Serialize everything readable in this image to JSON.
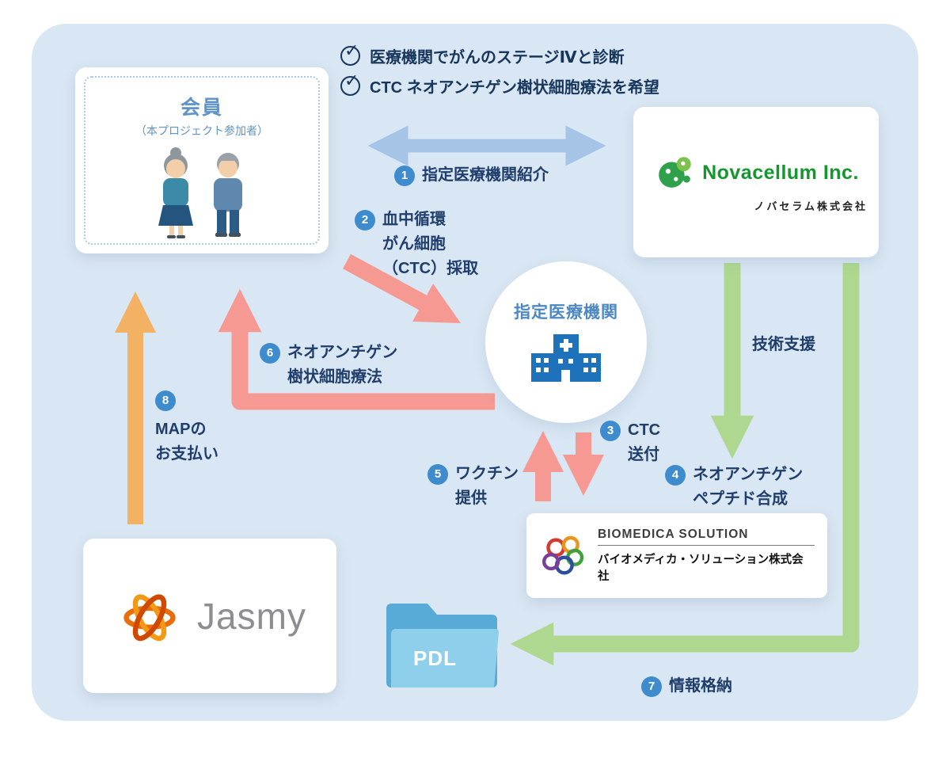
{
  "colors": {
    "panel_bg": "#d9e6f3",
    "arrow_blue": "#a6c5e6",
    "arrow_pink": "#f59992",
    "arrow_orange": "#f3b164",
    "arrow_green": "#aed88f",
    "badge_blue": "#3e8bcd",
    "label_text": "#203e6b",
    "member_blue": "#6094c8",
    "hospital_blue": "#4e88c4",
    "hospital_icon_blue": "#1d72bb",
    "novacellum_green": "#14982e",
    "jasmy_orange": "#ed7d0e",
    "jasmy_text_gray": "#8e8e92",
    "folder_back": "#58abd6",
    "folder_front": "#8ed0ec"
  },
  "icons": {
    "check": "✓"
  },
  "checklist": {
    "items": [
      {
        "text": "医療機関でがんのステージⅣと診断"
      },
      {
        "text": "CTC ネオアンチゲン樹状細胞療法を希望"
      }
    ]
  },
  "member_card": {
    "title": "会員",
    "subtitle": "（本プロジェクト参加者）"
  },
  "novacellum": {
    "name": "Novacellum Inc.",
    "name_jp": "ノバセラム株式会社"
  },
  "hospital": {
    "label": "指定医療機関"
  },
  "biomedica": {
    "name": "BIOMEDICA SOLUTION",
    "name_jp": "バイオメディカ・ソリューション株式会社"
  },
  "jasmy": {
    "name": "Jasmy"
  },
  "pdl": {
    "label": "PDL"
  },
  "support_label": "技術支援",
  "steps": [
    {
      "num": "1",
      "label": "指定医療機関紹介"
    },
    {
      "num": "2",
      "label": "血中循環\nがん細胞\n（CTC）採取"
    },
    {
      "num": "3",
      "label": "CTC\n送付"
    },
    {
      "num": "4",
      "label": "ネオアンチゲン\nペプチド合成"
    },
    {
      "num": "5",
      "label": "ワクチン\n提供"
    },
    {
      "num": "6",
      "label": "ネオアンチゲン\n樹状細胞療法"
    },
    {
      "num": "7",
      "label": "情報格納"
    },
    {
      "num": "8",
      "label": "MAPの\nお支払い"
    }
  ]
}
